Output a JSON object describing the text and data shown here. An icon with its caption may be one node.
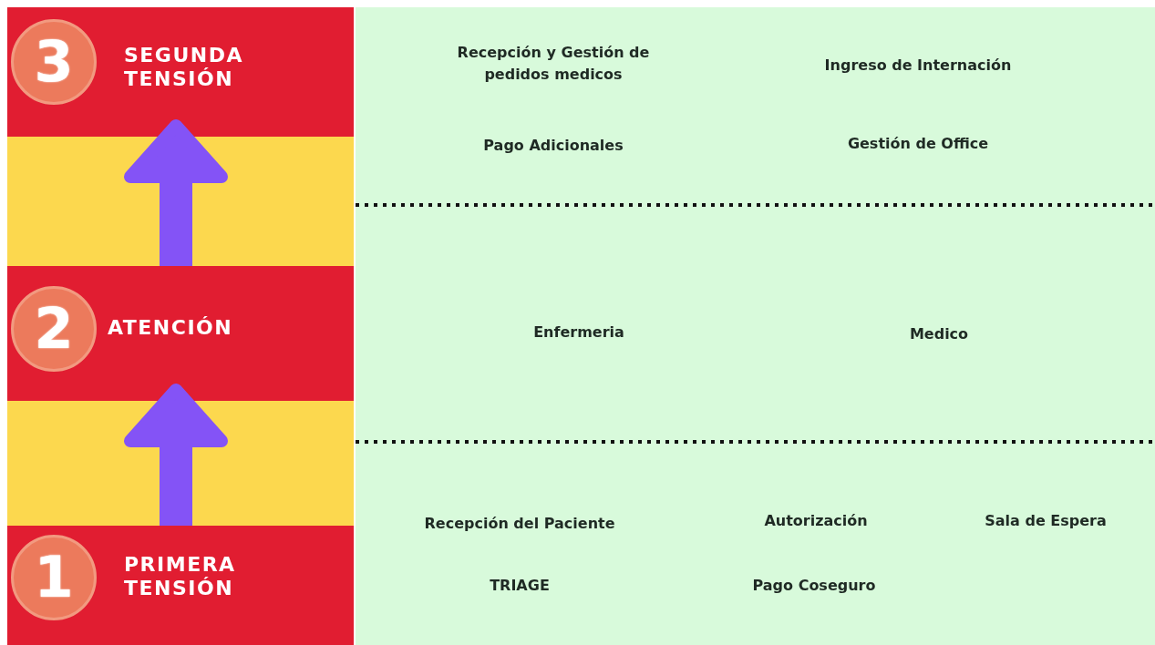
{
  "diagram": {
    "nodes": [
      {
        "text": [
          "SEGUNDA TENSIÓN"
        ]
      },
      {
        "text": [
          "3"
        ],
        "in": 0
      },
      {
        "text": [
          "ATENCIÓN"
        ]
      },
      {
        "text": [
          "2"
        ],
        "in": 2
      },
      {
        "text": [
          "PRIMERA TENSIÓN"
        ]
      },
      {
        "text": [
          "1"
        ],
        "in": 4
      },
      {
        "text": [
          "Recepción y Gestión de pedidos medicos",
          "Ingreso de Internación",
          "Pago Adicionales",
          "Gestión de Office",
          "Enfermeria",
          "Medico",
          "Recepción del Paciente",
          "Autorización",
          "Sala de Espera",
          "TRIAGE",
          "Pago Coseguro"
        ]
      }
    ],
    "edges": [
      {
        "from": 4,
        "to": 2,
        "arrow": "to"
      },
      {
        "from": 2,
        "to": 0,
        "arrow": "to"
      }
    ]
  }
}
